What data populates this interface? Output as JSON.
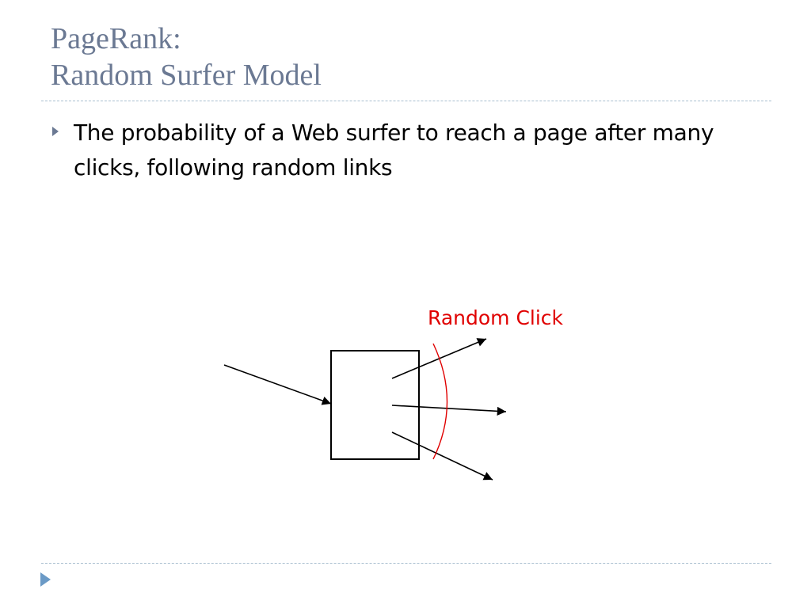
{
  "slide": {
    "title_line1": "PageRank:",
    "title_line2": "Random Surfer Model",
    "bullet_text": "The probability of a Web surfer to reach a page after many clicks, following random links"
  },
  "diagram": {
    "label": "Random Click",
    "label_color": "#e00000",
    "line_color": "#000000",
    "bracket_color": "#e00000"
  }
}
